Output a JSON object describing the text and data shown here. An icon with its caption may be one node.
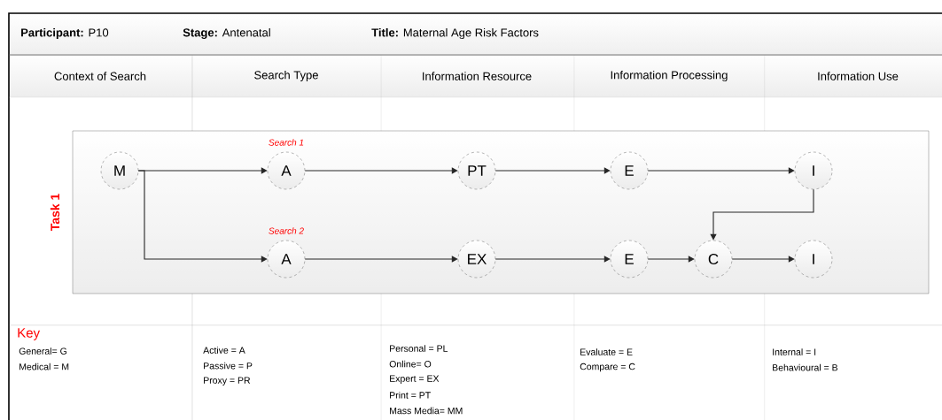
{
  "diagram": {
    "nodes": [
      {
        "text": [
          "Task 1"
        ]
      },
      {
        "text": [
          "M"
        ],
        "in": 0
      },
      {
        "text": [
          "A"
        ],
        "in": 0,
        "beside": [
          "Search 1"
        ]
      },
      {
        "text": [
          "PT"
        ],
        "in": 0
      },
      {
        "text": [
          "E"
        ],
        "in": 0
      },
      {
        "text": [
          "I"
        ],
        "in": 0
      },
      {
        "text": [
          "A"
        ],
        "in": 0,
        "beside": [
          "Search 2"
        ]
      },
      {
        "text": [
          "EX"
        ],
        "in": 0
      },
      {
        "text": [
          "E"
        ],
        "in": 0
      },
      {
        "text": [
          "C"
        ],
        "in": 0
      },
      {
        "text": [
          "I"
        ],
        "in": 0
      }
    ],
    "edges": [
      {
        "from": 1,
        "to": 2,
        "arrow": "to"
      },
      {
        "from": 2,
        "to": 3,
        "arrow": "to"
      },
      {
        "from": 3,
        "to": 4,
        "arrow": "to"
      },
      {
        "from": 4,
        "to": 5,
        "arrow": "to"
      },
      {
        "from": 1,
        "to": 6,
        "arrow": "to"
      },
      {
        "from": 6,
        "to": 7,
        "arrow": "to"
      },
      {
        "from": 7,
        "to": 8,
        "arrow": "to"
      },
      {
        "from": 8,
        "to": 9,
        "arrow": "to"
      },
      {
        "from": 5,
        "to": 9,
        "arrow": "to"
      },
      {
        "from": 9,
        "to": 10,
        "arrow": "to"
      }
    ],
    "labels": [
      "**Participant:** P10",
      "**Stage:** Antenatal",
      "**Title:** Maternal Age Risk Factors",
      "Context of Search",
      "Search Type",
      "Information Resource",
      "Information Processing",
      "Information Use",
      "Key",
      "General= G",
      "Medical = M",
      "Active = A",
      "Passive = P",
      "Proxy = PR",
      "Personal = PL",
      "Online= O",
      "Expert = EX",
      "Print = PT",
      "Mass Media= MM",
      "Evaluate = E",
      "Compare = C",
      "Internal = I",
      "Behavioural = B"
    ]
  }
}
